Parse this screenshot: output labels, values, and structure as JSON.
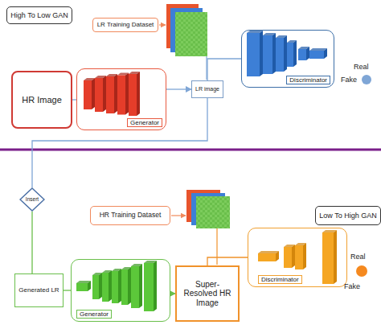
{
  "diagram": {
    "nodes": [
      {
        "text": [
          "High To Low GAN"
        ]
      },
      {
        "text": [
          "LR Training Dataset"
        ]
      },
      {
        "text": [
          "HR Image"
        ]
      },
      {
        "text": [
          "Generator"
        ]
      },
      {
        "text": [
          "LR image"
        ]
      },
      {
        "text": [
          "Discriminator"
        ]
      },
      {
        "text": [
          "Low To High GAN"
        ]
      },
      {
        "text": [
          "Insert"
        ]
      },
      {
        "text": [
          "HR Training Dataset"
        ]
      },
      {
        "text": [
          "Generated LR"
        ]
      },
      {
        "text": [
          "Generator"
        ]
      },
      {
        "text": [
          "Super-Resolved HR Image"
        ]
      },
      {
        "text": [
          "Discriminator"
        ]
      }
    ],
    "edges": [
      {
        "from": 2,
        "to": 3,
        "arrow": "none"
      },
      {
        "from": 3,
        "to": 4,
        "arrow": "to"
      },
      {
        "from": 4,
        "to": 5,
        "arrow": "none"
      },
      {
        "from": 4,
        "to": 7,
        "arrow": "none"
      },
      {
        "from": 7,
        "to": 9,
        "arrow": "none"
      },
      {
        "from": 9,
        "to": 10,
        "arrow": "none"
      },
      {
        "from": 10,
        "to": 11,
        "arrow": "to"
      },
      {
        "from": 11,
        "to": 12,
        "arrow": "none"
      }
    ],
    "labels": [
      "Real",
      "Fake",
      "Real",
      "Fake"
    ]
  }
}
